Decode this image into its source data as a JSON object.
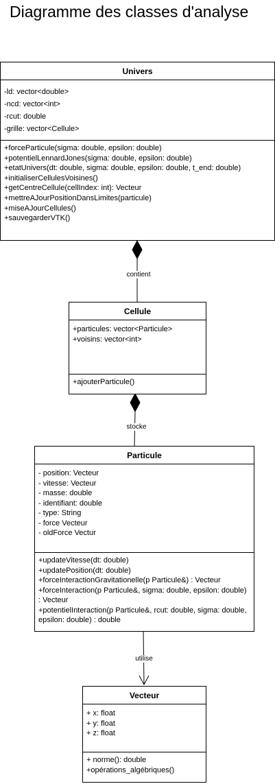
{
  "title": "Diagramme des classes d'analyse",
  "classes": {
    "univers": {
      "name": "Univers",
      "attributes": [
        "-ld: vector<double>",
        "-ncd: vector<int>",
        "-rcut: double",
        "-grille: vector<Cellule>"
      ],
      "operations": [
        "+forceParticule(sigma: double, epsilon: double)",
        "+potentielLennardJones(sigma: double, epsilon: double)",
        "+etatUnivers(dt: double, sigma: double, epsilon: double, t_end: double)",
        "+initialiserCellulesVoisines()",
        "+getCentreCellule(cellIndex: int): Vecteur",
        "+mettreAJourPositionDansLimites(particule)",
        "+miseAJourCellules()",
        "+sauvegarderVTK()"
      ]
    },
    "cellule": {
      "name": "Cellule",
      "attributes": [
        "+particules: vector<Particule>",
        "+voisins: vector<int>"
      ],
      "operations": [
        "+ajouterParticule()"
      ]
    },
    "particule": {
      "name": "Particule",
      "attributes": [
        "- position: Vecteur",
        "- vitesse: Vecteur",
        "- masse: double",
        "- identifiant: double",
        "- type: String",
        "- force Vecteur",
        "- oldForce Vectur"
      ],
      "operations": [
        "+updateVitesse(dt: double)",
        "+updatePosition(dt: double)",
        "+forceInteractionGravitationelle(p Particule&) : Vecteur",
        "+forceInteraction(p Particule&, sigma: double, epsilon: double) : Vecteur",
        "+potentielInteraction(p Particule&, rcut: double, sigma: double, epsilon: double) : double"
      ]
    },
    "vecteur": {
      "name": "Vecteur",
      "attributes": [
        "+ x: float",
        "+ y: float",
        "+ z: float"
      ],
      "operations": [
        "+ norme(): double",
        "+opérations_algébriques()"
      ]
    }
  },
  "relations": {
    "contient": "contient",
    "stocke": "stocke",
    "utilise": "utilise"
  }
}
